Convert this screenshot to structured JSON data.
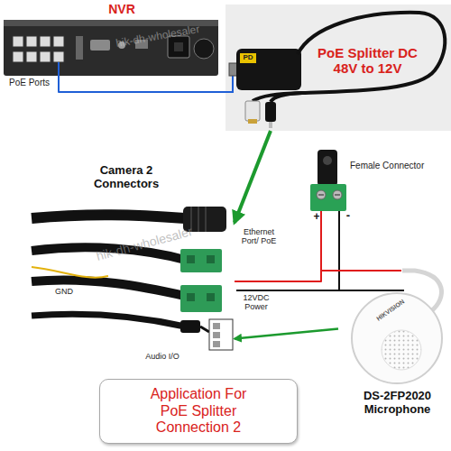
{
  "diagram": {
    "caption": "Application For PoE Splitter Connection 2",
    "nodes": [
      {
        "text": [
          "NVR",
          "PoE Ports"
        ]
      },
      {
        "text": [
          "PoE Splitter DC 48V to 12V"
        ]
      },
      {
        "text": [
          "Camera 2 Connectors"
        ]
      },
      {
        "text": [
          "Female Connector"
        ]
      },
      {
        "text": [
          "DS-2FP2020 Microphone"
        ]
      }
    ],
    "edges": [
      {
        "from": 0,
        "to": 1,
        "arrow": "none"
      },
      {
        "from": 1,
        "to": 2,
        "arrow": "to"
      },
      {
        "from": 3,
        "to": 2,
        "arrow": "none"
      },
      {
        "from": 3,
        "to": 4,
        "arrow": "none"
      },
      {
        "from": 4,
        "to": 2,
        "arrow": "to"
      }
    ],
    "labels": [
      "Ethernet Port/ PoE",
      "12VDC Power",
      "GND",
      "Audio I/O",
      "+",
      "-",
      "HIKVISION",
      "PD",
      "hik-dh-wholesaler",
      "hik-dh-wholesaler"
    ]
  }
}
